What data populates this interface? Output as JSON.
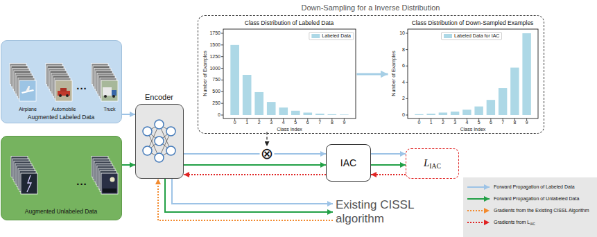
{
  "diagram": {
    "nodes": [
      {
        "text": [
          "Down-Sampling for a Inverse Distribution"
        ]
      },
      {
        "text": [
          "Class Distribution of Labeled Data"
        ],
        "in": 0
      },
      {
        "text": [
          "Class Distribution of Down-Sampled Examples"
        ],
        "in": 0
      },
      {
        "text": [
          "Airplane",
          "Automobile",
          "...",
          "Truck",
          "Augmented Labeled Data"
        ]
      },
      {
        "text": [
          "...",
          "Augmented Unlabeled Data"
        ]
      },
      {
        "text": [
          "Encoder"
        ]
      },
      {
        "text": [
          "⊗"
        ]
      },
      {
        "text": [
          "IAC"
        ]
      },
      {
        "text": [
          "LIAC"
        ]
      },
      {
        "text": [
          "Existing CISSL algorithm"
        ]
      }
    ],
    "edges": [
      {
        "from": 1,
        "to": 2,
        "arrow": "to"
      },
      {
        "from": 3,
        "to": 5,
        "arrow": "to"
      },
      {
        "from": 4,
        "to": 5,
        "arrow": "to"
      },
      {
        "from": 5,
        "to": 6,
        "arrow": "none"
      },
      {
        "from": 6,
        "to": 7,
        "arrow": "to"
      },
      {
        "from": 1,
        "to": 6,
        "arrow": "to"
      },
      {
        "from": 5,
        "to": 7,
        "arrow": "to"
      },
      {
        "from": 7,
        "to": 5,
        "arrow": "to"
      },
      {
        "from": 7,
        "to": 8,
        "arrow": "to"
      },
      {
        "from": 7,
        "to": 8,
        "arrow": "to"
      },
      {
        "from": 8,
        "to": 7,
        "arrow": "to"
      },
      {
        "from": 5,
        "to": 9,
        "arrow": "to"
      },
      {
        "from": 5,
        "to": 9,
        "arrow": "to"
      },
      {
        "from": 9,
        "to": 5,
        "arrow": "to"
      }
    ],
    "labels": [
      "Number of Examples",
      "0",
      "250",
      "500",
      "750",
      "1000",
      "1250",
      "1500",
      "1750",
      "0",
      "1",
      "2",
      "3",
      "4",
      "5",
      "6",
      "7",
      "8",
      "9",
      "Class Index",
      "Number of Examples",
      "0",
      "2",
      "4",
      "6",
      "8",
      "10",
      "0",
      "1",
      "2",
      "3",
      "4",
      "5",
      "6",
      "7",
      "8",
      "9",
      "Class Index"
    ],
    "legend": [
      {
        "text": "Labeled Data",
        "color": "#add8e6"
      },
      {
        "text": "Labeled Data for IAC",
        "color": "#add8e6"
      },
      {
        "text": "Forward Propagation of Labeled Data"
      },
      {
        "text": "Forward Propagation of Unlabeled Data"
      },
      {
        "text": "Gradients from the Existing CISSL Algorithm"
      },
      {
        "text": "Gradients from LIAC"
      }
    ]
  }
}
